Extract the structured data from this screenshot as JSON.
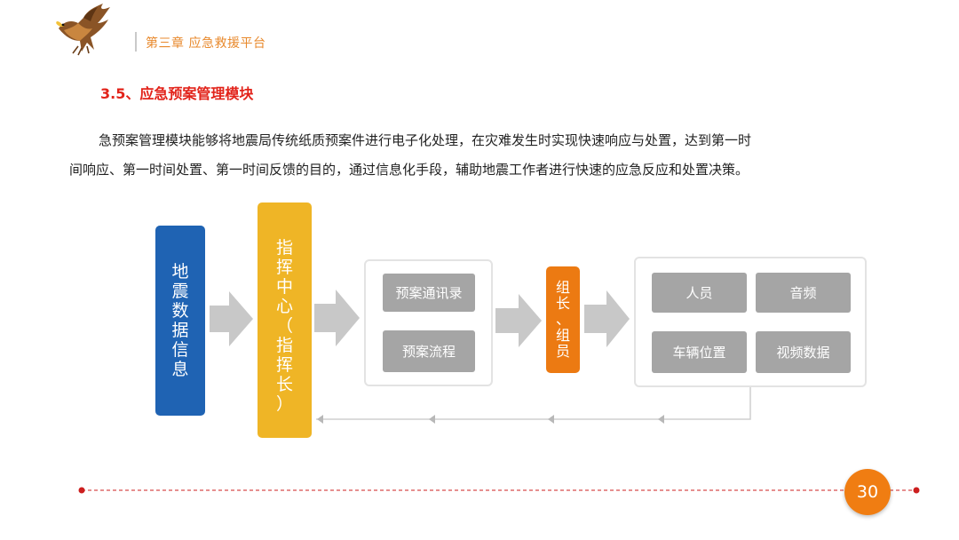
{
  "header": {
    "chapter": "第三章  应急救援平台"
  },
  "section": {
    "title": "3.5、应急预案管理模块"
  },
  "paragraph": {
    "line1": "急预案管理模块能够将地震局传统纸质预案件进行电子化处理，在灾难发生时实现快速响应与处置，达到第一时",
    "line2": "间响应、第一时间处置、第一时间反馈的目的，通过信息化手段，辅助地震工作者进行快速的应急反应和处置决策。"
  },
  "diagram": {
    "earthquake_data": [
      "地",
      "震",
      "数",
      "据",
      "信",
      "息"
    ],
    "command_center": [
      "指",
      "挥",
      "中",
      "心",
      "（",
      "指",
      "挥",
      "长",
      "）"
    ],
    "plan_group": {
      "items": [
        "预案通讯录",
        "预案流程"
      ]
    },
    "team": [
      "组",
      "长",
      "、",
      "组",
      "员"
    ],
    "resource_group": {
      "items": [
        "人员",
        "音频",
        "车辆位置",
        "视频数据"
      ]
    },
    "colors": {
      "earthquake_box": "#1f63b3",
      "command_box": "#efb526",
      "team_box": "#ec7a12",
      "sub_box": "#a5a5a5",
      "arrow": "#c8c8c8",
      "header_accent": "#e8892c",
      "title": "#e2231a"
    }
  },
  "footer": {
    "page_number": "30",
    "line_color": "#cc1f1f",
    "badge_color": "#f07d12"
  }
}
